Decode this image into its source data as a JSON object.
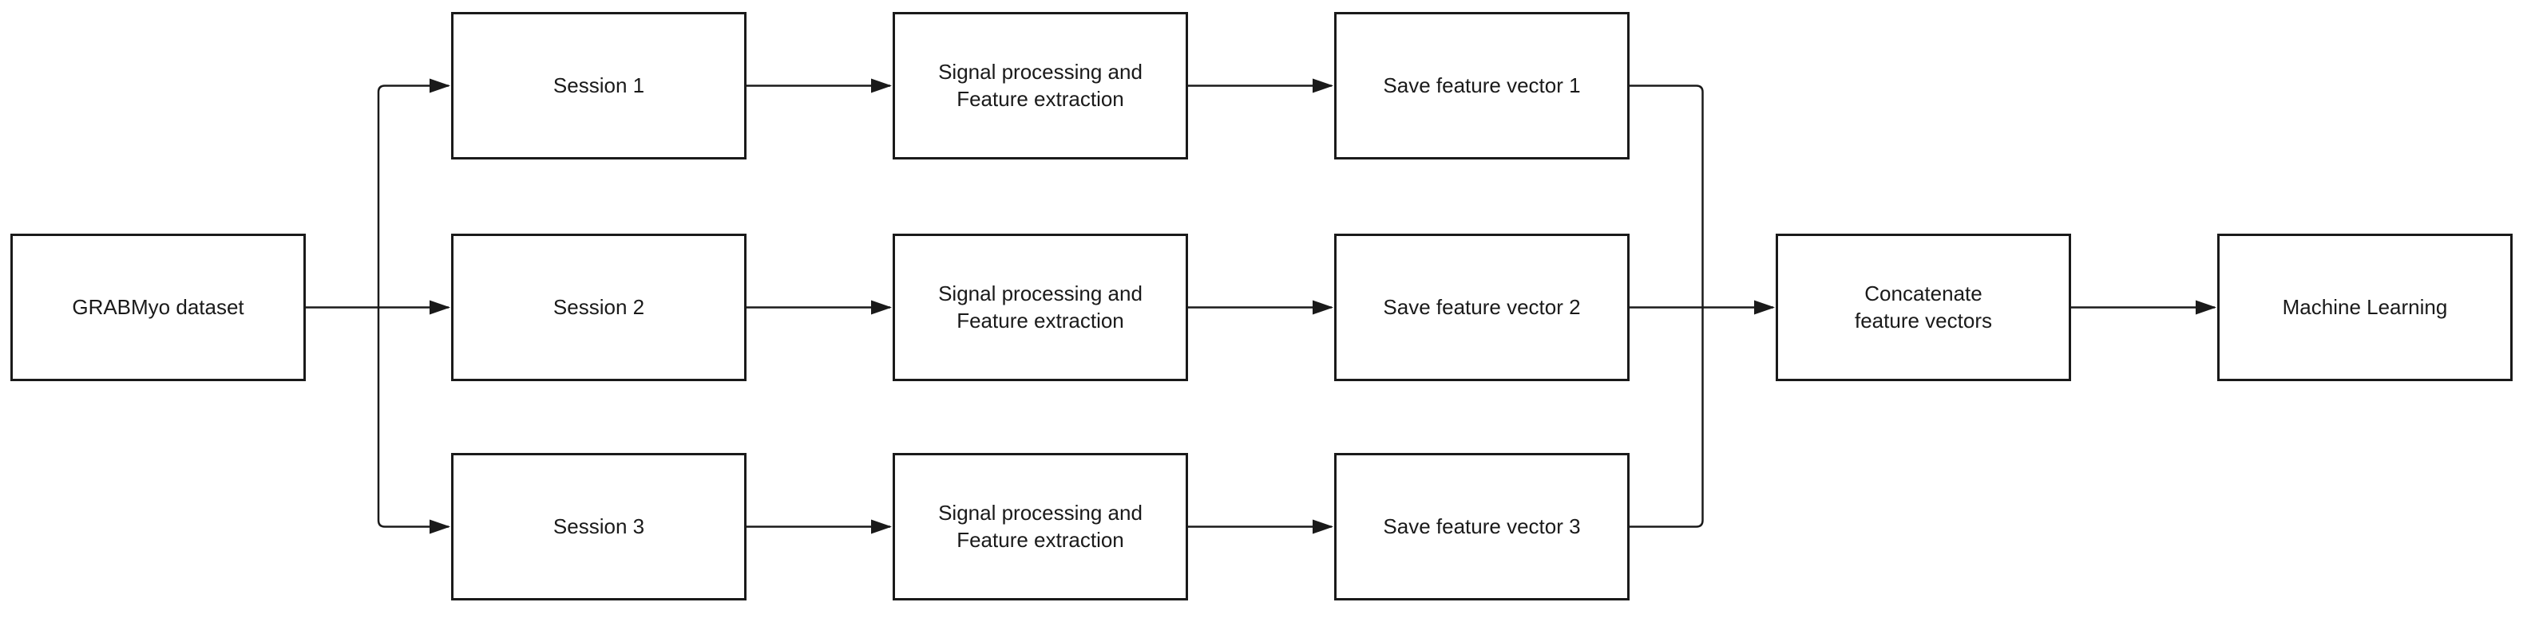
{
  "diagram": {
    "nodes": {
      "dataset": {
        "label": "GRABMyo dataset"
      },
      "session1": {
        "label": "Session 1"
      },
      "session2": {
        "label": "Session 2"
      },
      "session3": {
        "label": "Session 3"
      },
      "process1": {
        "label": "Signal processing and\nFeature extraction"
      },
      "process2": {
        "label": "Signal processing and\nFeature extraction"
      },
      "process3": {
        "label": "Signal processing and\nFeature extraction"
      },
      "save1": {
        "label": "Save feature vector 1"
      },
      "save2": {
        "label": "Save feature vector 2"
      },
      "save3": {
        "label": "Save feature vector 3"
      },
      "concatenate": {
        "label": "Concatenate\nfeature vectors"
      },
      "ml": {
        "label": "Machine Learning"
      }
    },
    "edges": [
      {
        "from": "dataset",
        "to": "session1"
      },
      {
        "from": "dataset",
        "to": "session2"
      },
      {
        "from": "dataset",
        "to": "session3"
      },
      {
        "from": "session1",
        "to": "process1"
      },
      {
        "from": "session2",
        "to": "process2"
      },
      {
        "from": "session3",
        "to": "process3"
      },
      {
        "from": "process1",
        "to": "save1"
      },
      {
        "from": "process2",
        "to": "save2"
      },
      {
        "from": "process3",
        "to": "save3"
      },
      {
        "from": "save1",
        "to": "concatenate"
      },
      {
        "from": "save2",
        "to": "concatenate"
      },
      {
        "from": "save3",
        "to": "concatenate"
      },
      {
        "from": "concatenate",
        "to": "ml"
      }
    ],
    "colors": {
      "stroke": "#1a1a1a",
      "node_fill": "#ffffff",
      "background": "#ffffff",
      "text": "#1a1a1a"
    }
  }
}
